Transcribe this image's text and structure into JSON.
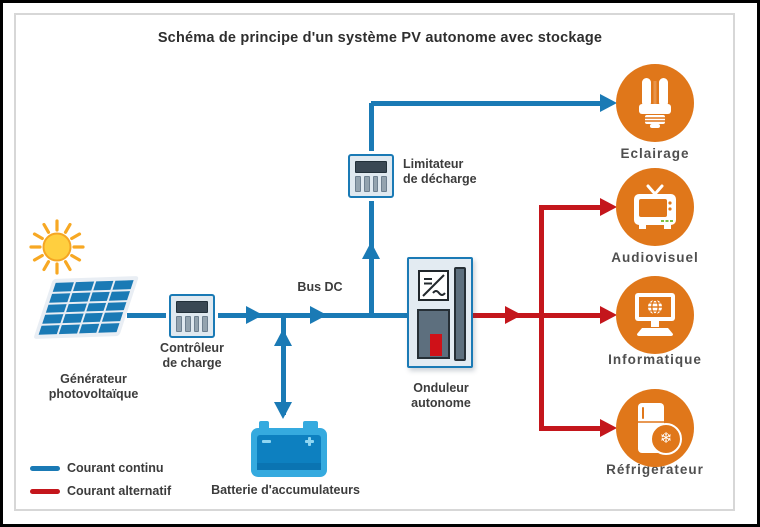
{
  "title": "Schéma de principe d'un système PV autonome avec stockage",
  "generator": {
    "line1": "Générateur",
    "line2": "photovoltaïque",
    "icons": [
      "sun-icon",
      "solar-panel-icon"
    ]
  },
  "controller": {
    "line1": "Contrôleur",
    "line2": "de charge",
    "icon": "charge-controller-icon"
  },
  "bus_label": "Bus DC",
  "limiter": {
    "line1": "Limitateur",
    "line2": "de décharge",
    "icon": "discharge-limiter-icon"
  },
  "inverter": {
    "line1": "Onduleur",
    "line2": "autonome",
    "icon": "inverter-icon"
  },
  "battery_label": "Batterie d'accumulateurs",
  "battery_icon": "battery-icon",
  "loads": [
    {
      "label": "Eclairage",
      "icon": "cfl-bulb-icon"
    },
    {
      "label": "Audiovisuel",
      "icon": "tv-icon"
    },
    {
      "label": "Informatique",
      "icon": "computer-icon"
    },
    {
      "label": "Réfrigérateur",
      "icon": "fridge-icon"
    }
  ],
  "legend": [
    {
      "label": "Courant continu",
      "color": "#1a7ab5"
    },
    {
      "label": "Courant alternatif",
      "color": "#c4161c"
    }
  ],
  "colors": {
    "dc_line": "#1a7ab5",
    "ac_line": "#c4161c",
    "load_circle": "#e0771a",
    "battery_light": "#35aadf",
    "battery_dark": "#0d80c0",
    "sun": "#f5a623"
  }
}
